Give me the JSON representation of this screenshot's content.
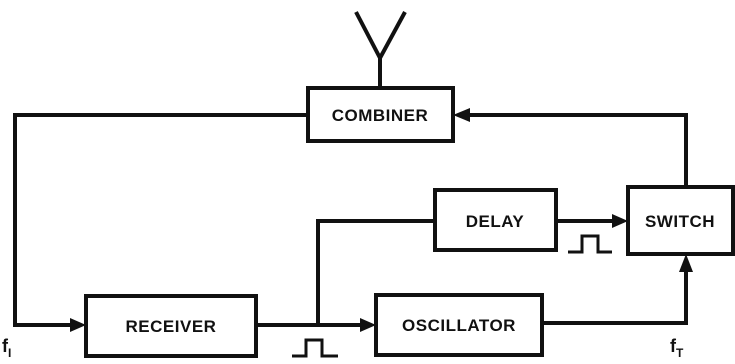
{
  "blocks": {
    "combiner": "COMBINER",
    "delay": "DELAY",
    "switch": "SWITCH",
    "receiver": "RECEIVER",
    "oscillator": "OSCILLATOR"
  },
  "signals": {
    "input_freq_main": "f",
    "input_freq_sub": "I",
    "output_freq_main": "f",
    "output_freq_sub": "T"
  }
}
